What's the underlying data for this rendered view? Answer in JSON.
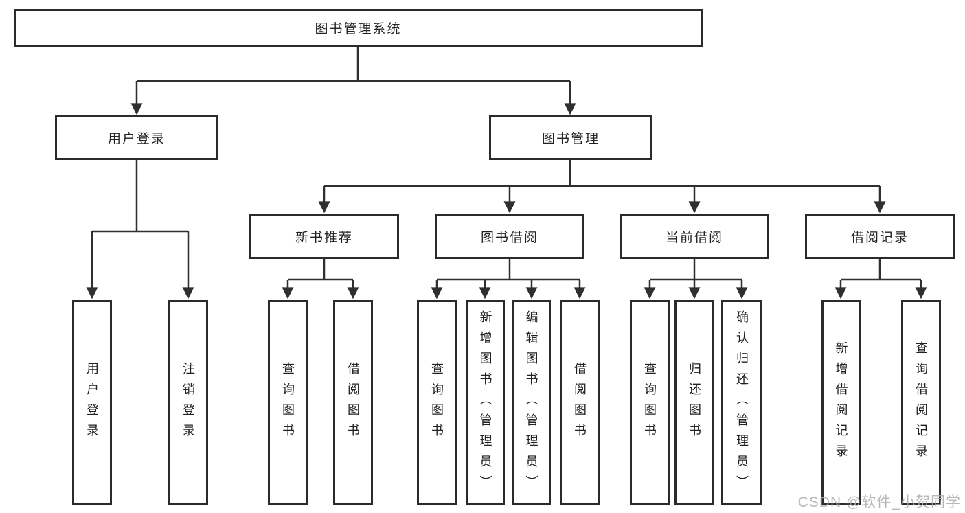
{
  "diagram": {
    "root": {
      "label": "图书管理系统"
    },
    "level2": [
      {
        "label": "用户登录"
      },
      {
        "label": "图书管理"
      }
    ],
    "level3": [
      {
        "label": "新书推荐"
      },
      {
        "label": "图书借阅"
      },
      {
        "label": "当前借阅"
      },
      {
        "label": "借阅记录"
      }
    ],
    "leaves": [
      {
        "label": "用户登录",
        "parent": "用户登录"
      },
      {
        "label": "注销登录",
        "parent": "用户登录"
      },
      {
        "label": "查询图书",
        "parent": "新书推荐"
      },
      {
        "label": "借阅图书",
        "parent": "新书推荐"
      },
      {
        "label": "查询图书",
        "parent": "图书借阅"
      },
      {
        "label": "新增图书（管理员）",
        "parent": "图书借阅"
      },
      {
        "label": "编辑图书（管理员）",
        "parent": "图书借阅"
      },
      {
        "label": "借阅图书",
        "parent": "图书借阅"
      },
      {
        "label": "查询图书",
        "parent": "当前借阅"
      },
      {
        "label": "归还图书",
        "parent": "当前借阅"
      },
      {
        "label": "确认归还（管理员）",
        "parent": "当前借阅"
      },
      {
        "label": "新增借阅记录",
        "parent": "借阅记录"
      },
      {
        "label": "查询借阅记录",
        "parent": "借阅记录"
      }
    ]
  },
  "watermark": "CSDN @软件_小贺同学",
  "colors": {
    "line": "#2f2f2f",
    "box_border": "#2b2b2b",
    "text": "#222222",
    "background": "#ffffff",
    "watermark": "#acacac"
  }
}
